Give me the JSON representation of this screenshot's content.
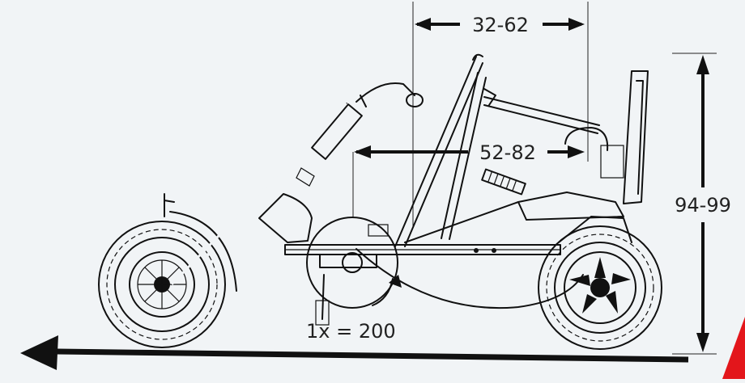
{
  "dimensions": {
    "top_width": "32-62",
    "reach": "52-82",
    "height": "94-99",
    "gear_ratio": "1x = 200"
  },
  "colors": {
    "background": "#f1f4f6",
    "line": "#111111",
    "accent": "#e3161b"
  }
}
